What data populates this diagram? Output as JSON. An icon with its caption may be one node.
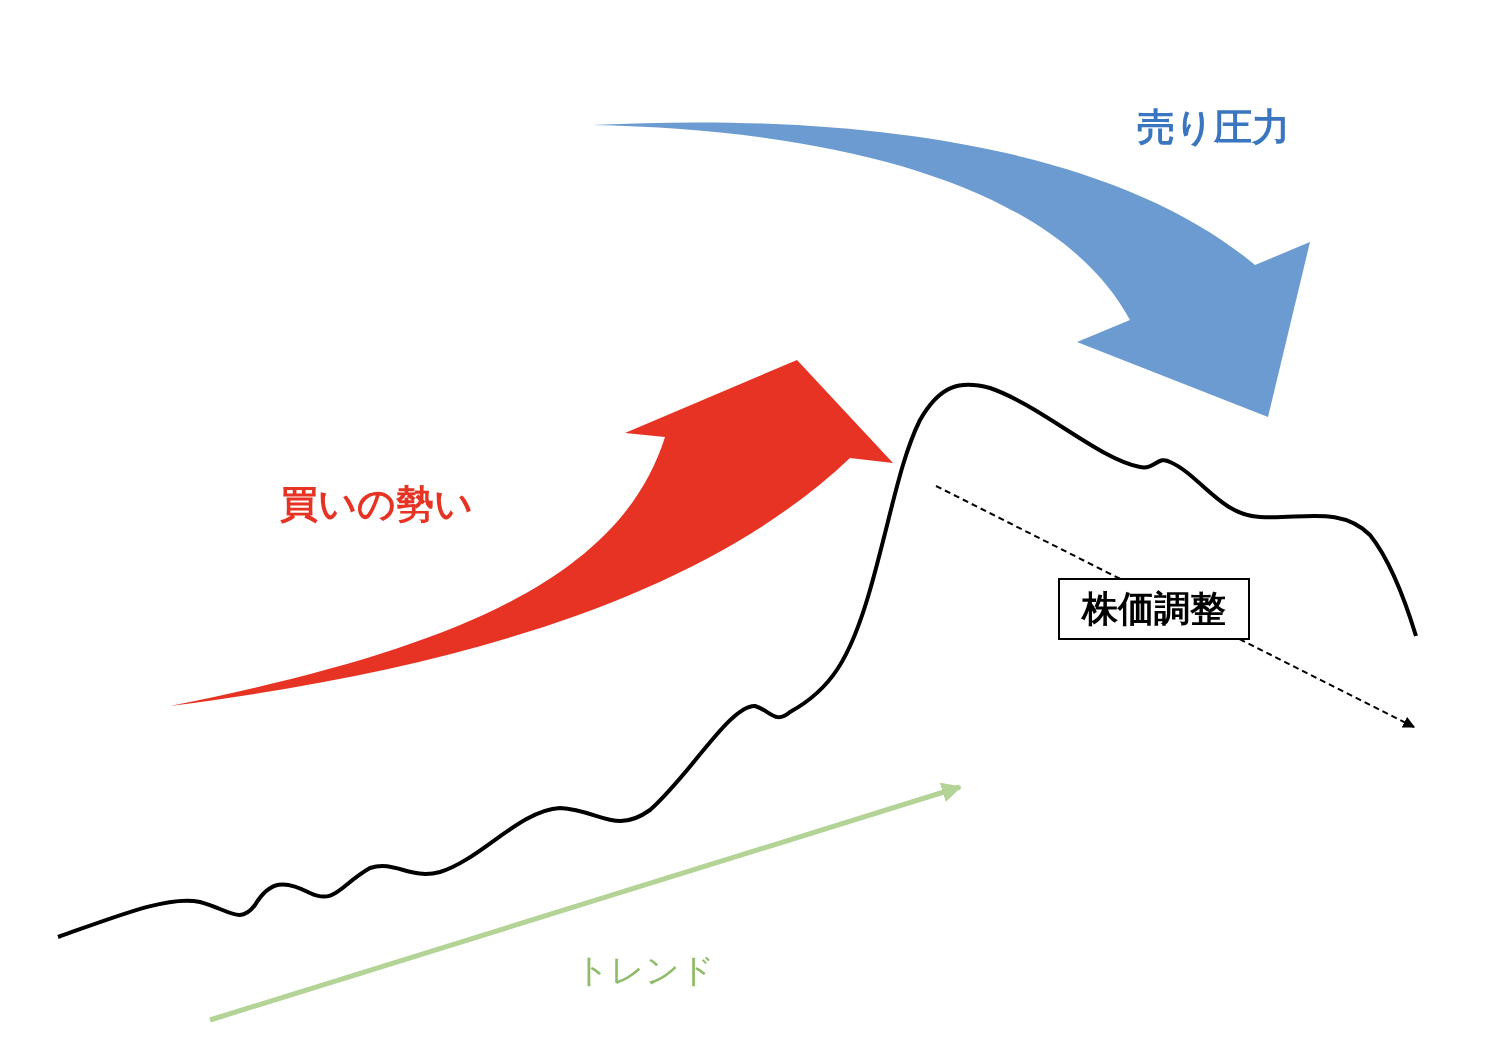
{
  "diagram": {
    "nodes": [
      {
        "text": [
          "株価調整"
        ]
      }
    ],
    "labels": [
      "売り圧力",
      "買いの勢い",
      "トレンド"
    ]
  }
}
